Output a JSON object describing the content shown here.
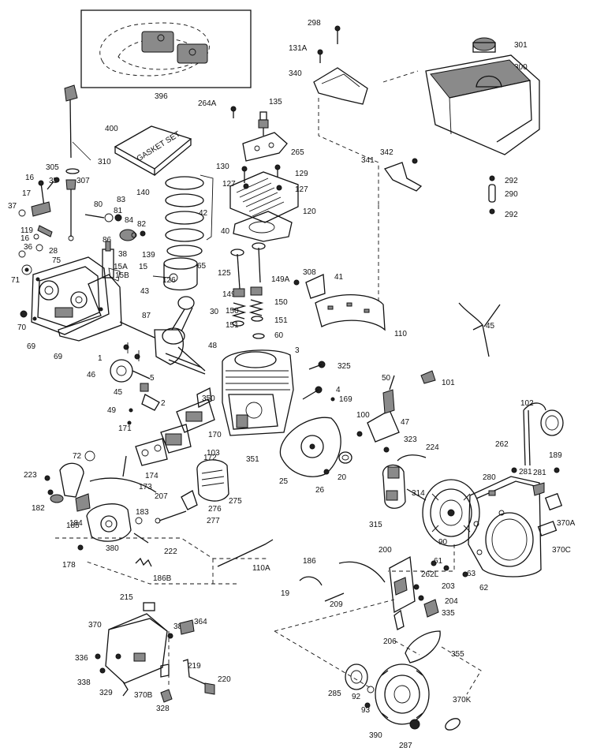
{
  "diagram": {
    "inset_label": "396",
    "gasket_set_text": "GASKET SET",
    "callouts": [
      "298",
      "301",
      "131A",
      "300",
      "340",
      "396",
      "264A",
      "135",
      "400",
      "310",
      "265",
      "342",
      "341",
      "305",
      "307",
      "130",
      "129",
      "127",
      "127",
      "292",
      "290",
      "292",
      "16",
      "35",
      "17",
      "37",
      "83",
      "81",
      "120",
      "80",
      "84",
      "82",
      "140",
      "42",
      "119",
      "16",
      "36",
      "28",
      "86",
      "38",
      "15B",
      "15A",
      "139",
      "15",
      "40",
      "75",
      "71",
      "43",
      "65",
      "308",
      "41",
      "126",
      "125",
      "149A",
      "149",
      "150",
      "150",
      "151",
      "151",
      "60",
      "110",
      "45",
      "30",
      "87",
      "70",
      "69",
      "69",
      "48",
      "1",
      "3",
      "325",
      "101",
      "50",
      "46",
      "45",
      "5",
      "4",
      "169",
      "2",
      "350",
      "102",
      "100",
      "47",
      "49",
      "171",
      "170",
      "103",
      "323",
      "224",
      "72",
      "351",
      "262",
      "189",
      "172",
      "25",
      "26",
      "20",
      "280",
      "281",
      "281",
      "223",
      "174",
      "173",
      "275",
      "207",
      "314",
      "370A",
      "182",
      "185",
      "184",
      "183",
      "315",
      "276",
      "277",
      "90",
      "370C",
      "380",
      "178",
      "222",
      "110A",
      "200",
      "186",
      "186B",
      "61",
      "262L",
      "63",
      "62",
      "19",
      "209",
      "203",
      "204",
      "215",
      "370",
      "335",
      "364",
      "385",
      "206",
      "355",
      "336",
      "219",
      "338",
      "220",
      "329",
      "370B",
      "285",
      "92",
      "370K",
      "328",
      "93",
      "390",
      "287"
    ]
  }
}
